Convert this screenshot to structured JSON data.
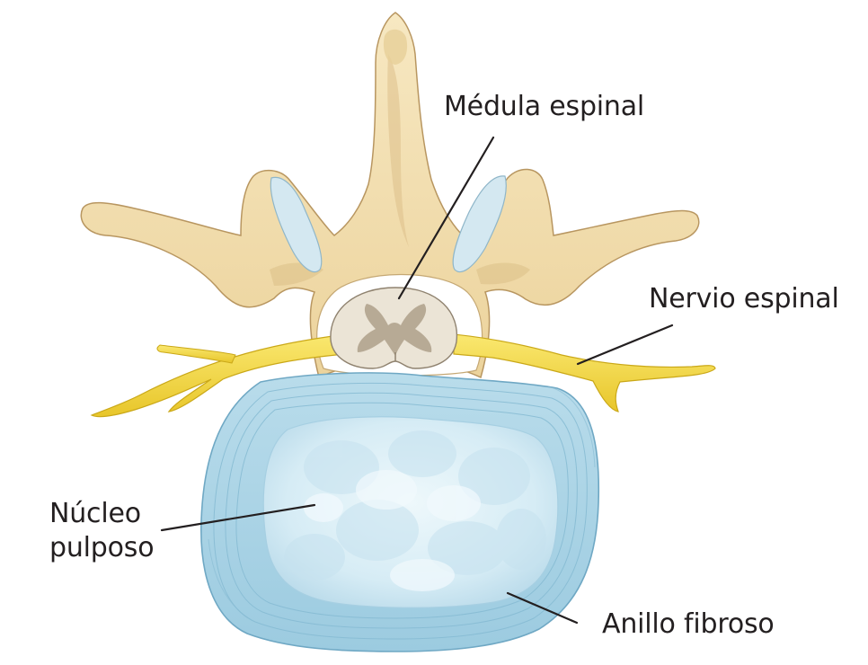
{
  "labels": {
    "medula": "Médula espinal",
    "nervio": "Nervio espinal",
    "nucleo_line1": "Núcleo",
    "nucleo_line2": "pulposo",
    "anillo": "Anillo fibroso"
  },
  "colors": {
    "bone": "#f3e0b0",
    "bone_shade": "#d9bd82",
    "bone_outline": "#a88a55",
    "nerve": "#f5df3c",
    "nerve_shade": "#d9b81f",
    "annulus": "#a9d3e6",
    "annulus_edge": "#6fa8c4",
    "nucleus": "#dbeef6",
    "cord": "#e9e2d4",
    "cord_gray": "#a39582",
    "cartilage": "#cde3ef",
    "leader": "#231f20"
  }
}
